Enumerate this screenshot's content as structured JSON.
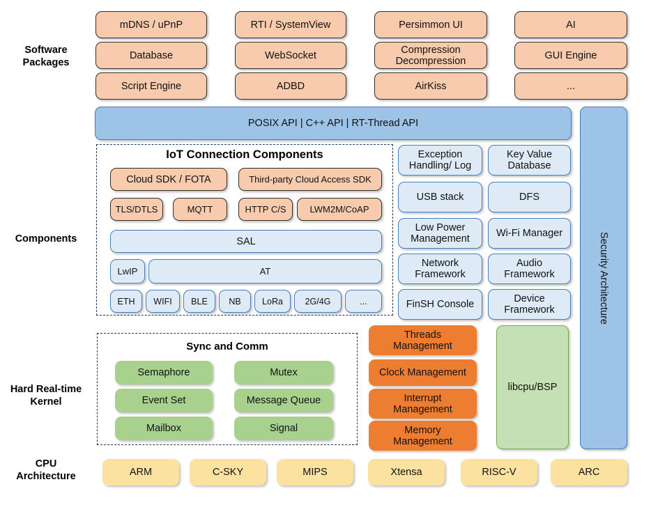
{
  "diagram": {
    "title": "RT-Thread Architecture Stack",
    "colors": {
      "peach": "#F8CBAD",
      "blue_strong": "#9DC3E6",
      "blue_soft": "#DEEBF7",
      "green": "#A9D18E",
      "green_pale": "#C5E0B4",
      "orange": "#ED7D31",
      "yellow": "#FBE2A0",
      "dash_border": "#1F3864"
    },
    "row_labels": {
      "software_packages": "Software\nPackages",
      "software_packages_line1": "Software",
      "software_packages_line2": "Packages",
      "components": "Components",
      "kernel_line1": "Hard Real-time",
      "kernel_line2": "Kernel",
      "cpu_line1": "CPU",
      "cpu_line2": "Architecture"
    },
    "software_packages": {
      "columns": [
        [
          "mDNS / uPnP",
          "Database",
          "Script Engine"
        ],
        [
          "RTI / SystemView",
          "WebSocket",
          "ADBD"
        ],
        [
          "Persimmon UI",
          "Compression\nDecompression",
          "AirKiss"
        ],
        [
          "AI",
          "GUI Engine",
          "..."
        ]
      ],
      "flat": [
        "mDNS / uPnP",
        "RTI / SystemView",
        "Persimmon UI",
        "AI",
        "Database",
        "WebSocket",
        "Compression Decompression",
        "GUI Engine",
        "Script Engine",
        "ADBD",
        "AirKiss",
        "..."
      ],
      "compression_l1": "Compression",
      "compression_l2": "Decompression"
    },
    "api_bar": {
      "label": "POSIX API  |  C++ API  |  RT-Thread API"
    },
    "security_column": {
      "label": "Security Architecture"
    },
    "iot_group": {
      "title": "IoT Connection Components",
      "row_cloud": [
        "Cloud SDK / FOTA",
        "Third-party Cloud Access SDK"
      ],
      "row_protocols": [
        "TLS/DTLS",
        "MQTT",
        "HTTP C/S",
        "LWM2M/CoAP"
      ],
      "row_sal": "SAL",
      "row_at": [
        "LwIP",
        "AT"
      ],
      "row_links": [
        "ETH",
        "WIFI",
        "BLE",
        "NB",
        "LoRa",
        "2G/4G",
        "..."
      ]
    },
    "components_column": {
      "items": [
        {
          "l1": "Exception",
          "l2": "Handling/ Log"
        },
        {
          "l1": "Key Value",
          "l2": "Database"
        },
        {
          "l1": "USB stack",
          "l2": ""
        },
        {
          "l1": "DFS",
          "l2": ""
        },
        {
          "l1": "Low Power",
          "l2": "Management"
        },
        {
          "l1": "Wi-Fi Manager",
          "l2": ""
        },
        {
          "l1": "Network",
          "l2": "Framework"
        },
        {
          "l1": "Audio",
          "l2": "Framework"
        },
        {
          "l1": "FinSH Console",
          "l2": ""
        },
        {
          "l1": "Device",
          "l2": "Framework"
        }
      ]
    },
    "kernel": {
      "sync_group_title": "Sync and Comm",
      "sync_items": [
        "Semaphore",
        "Mutex",
        "Event Set",
        "Message Queue",
        "Mailbox",
        "Signal"
      ],
      "management_items": [
        {
          "l1": "Threads",
          "l2": "Management"
        },
        {
          "l1": "Clock Management",
          "l2": ""
        },
        {
          "l1": "Interrupt",
          "l2": "Management"
        },
        {
          "l1": "Memory",
          "l2": "Management"
        }
      ],
      "libcpu_label": "libcpu/BSP"
    },
    "cpu_architecture": {
      "items": [
        "ARM",
        "C-SKY",
        "MIPS",
        "Xtensa",
        "RISC-V",
        "ARC"
      ]
    }
  }
}
